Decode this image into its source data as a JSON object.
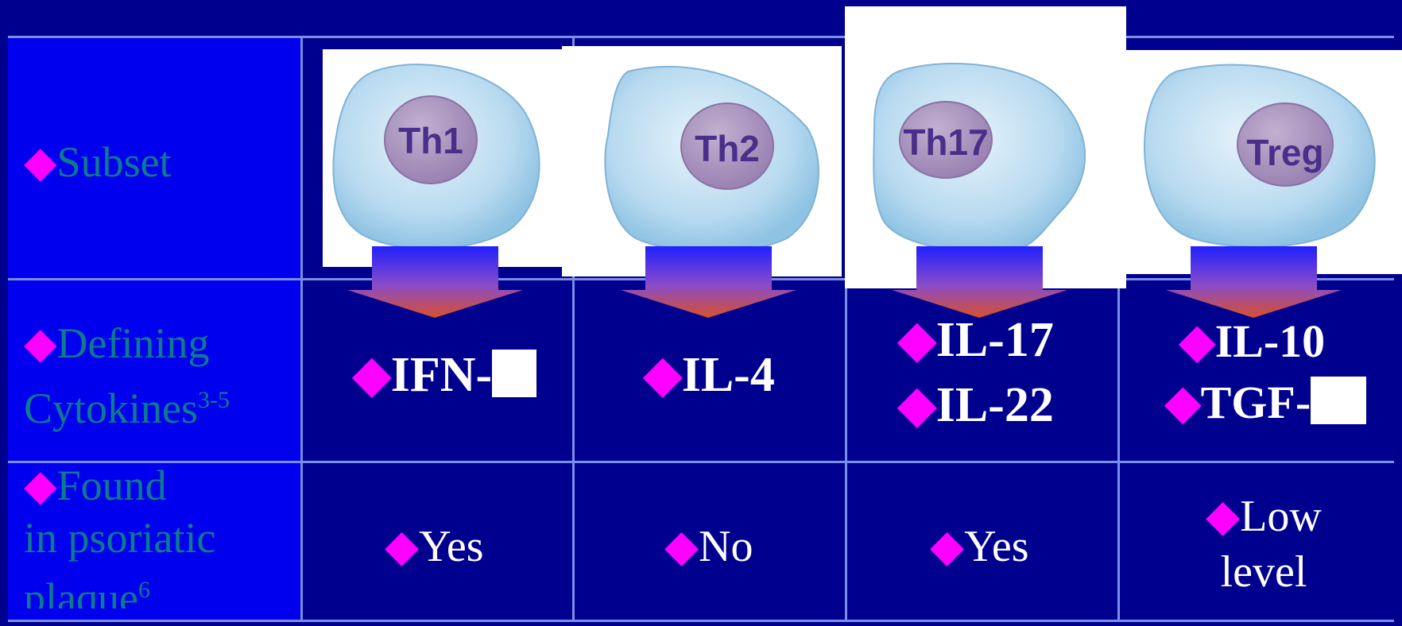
{
  "rows": {
    "subset": {
      "bullet": "◆",
      "label": "Subset"
    },
    "cytokines": {
      "bullet": "◆",
      "label_line1": "Defining",
      "label_line2": "Cytokines",
      "sup": "3-5"
    },
    "found": {
      "bullet": "◆",
      "label_line1": "Found",
      "label_line2": "in psoriatic",
      "label_line3": "plaque",
      "sup": "6"
    }
  },
  "subsets": [
    {
      "name": "Th1",
      "cytokines": [
        "IFN-"
      ],
      "found": "Yes"
    },
    {
      "name": "Th2",
      "cytokines": [
        "IL-4"
      ],
      "found": "No"
    },
    {
      "name": "Th17",
      "cytokines": [
        "IL-17",
        "IL-22"
      ],
      "found": "Yes"
    },
    {
      "name": "Treg",
      "cytokines": [
        "IL-10",
        "TGF-"
      ],
      "found_line1": "Low",
      "found_line2": "level"
    }
  ],
  "bullet": "◆",
  "colors": {
    "background": "#00008e",
    "header_column": "#0000ee",
    "grid": "#7a8ee8",
    "bullet": "#ff00ff",
    "row_label_text": "#0c7c8c",
    "cell_membrane": "#b8daf0",
    "nucleus": "#a38cb8"
  },
  "icons": {
    "cell": "t-cell-icon",
    "arrow": "down-arrow-icon"
  }
}
